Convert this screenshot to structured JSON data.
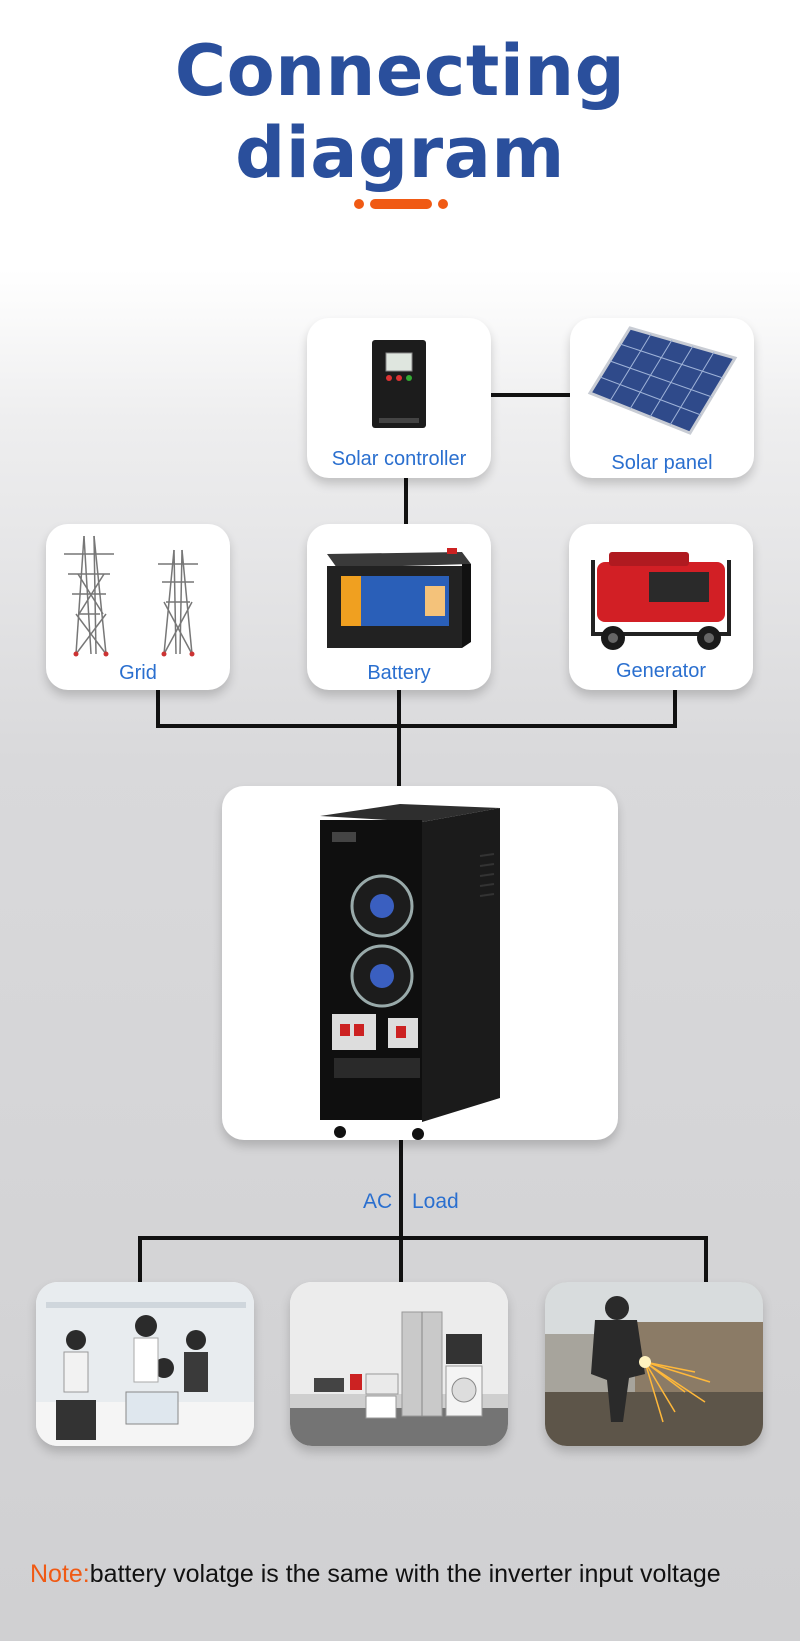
{
  "title": "Connecting diagram",
  "nodes": {
    "solar_controller": {
      "label": "Solar controller"
    },
    "solar_panel": {
      "label": "Solar panel"
    },
    "grid": {
      "label": "Grid"
    },
    "battery": {
      "label": "Battery"
    },
    "generator": {
      "label": "Generator"
    },
    "inverter": {
      "label": ""
    }
  },
  "load_label": {
    "ac": "AC",
    "load": "Load"
  },
  "load_photos": [
    "office-workers-photo",
    "home-appliances-photo",
    "welder-photo"
  ],
  "note": {
    "prefix": "Note:",
    "text": "battery volatge is the same with the inverter input voltage"
  },
  "colors": {
    "title": "#2a4f9c",
    "accent": "#f05a14",
    "label": "#2a6fcf",
    "line": "#111111"
  }
}
